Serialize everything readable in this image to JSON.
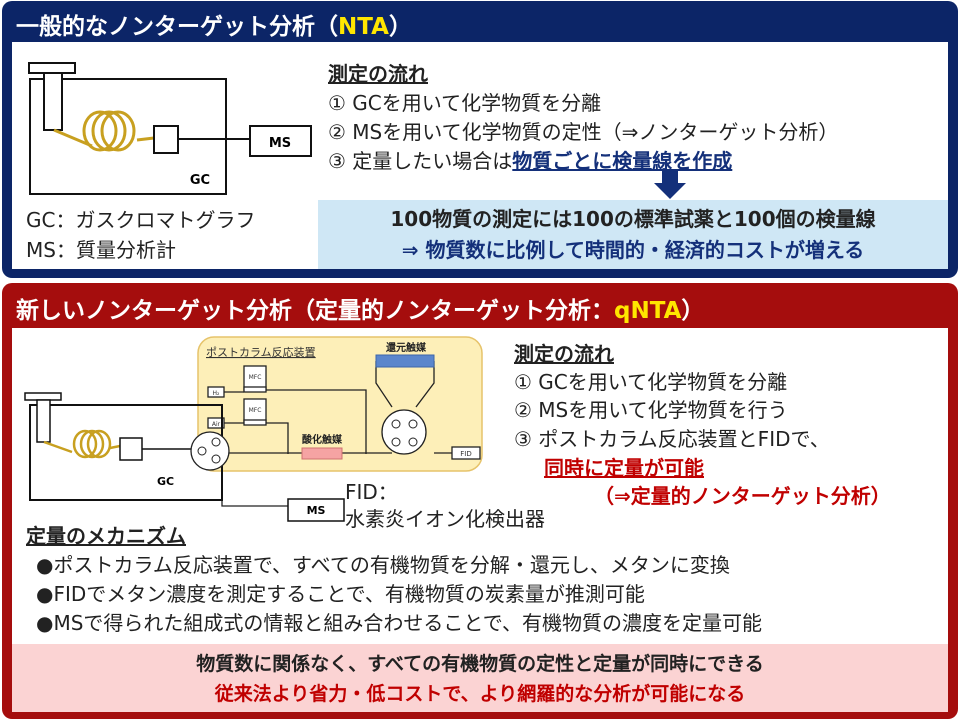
{
  "nta": {
    "title_pre": "一般的なノンターゲット分析（",
    "title_hl": "NTA",
    "title_post": "）",
    "diagram": {
      "ms": "MS",
      "gc": "GC"
    },
    "legend": [
      "GC：ガスクロマトグラフ",
      "MS：質量分析計"
    ],
    "flow_heading": "測定の流れ",
    "steps": [
      "① GCを用いて化学物質を分離",
      "② MSを用いて化学物質の定性（⇒ノンターゲット分析）"
    ],
    "step3_pre": "③ 定量したい場合は",
    "step3_hl": "物質ごとに検量線を作成",
    "result_line1": "100物質の測定には100の標準試薬と100個の検量線",
    "result_line2": "⇒ 物質数に比例して時間的・経済的コストが増える"
  },
  "qnta": {
    "title_pre": "新しいノンターゲット分析（定量的ノンターゲット分析：",
    "title_hl": "qNTA",
    "title_post": "）",
    "diagram": {
      "reactor": "ポストカラム反応装置",
      "mfc": "MFC",
      "h2": "H₂",
      "air": "Air",
      "reduction": "還元触媒",
      "oxidation": "酸化触媒",
      "fid": "FID",
      "ms": "MS",
      "gc": "GC"
    },
    "fid_legend": [
      "FID：",
      "水素炎イオン化検出器"
    ],
    "flow_heading": "測定の流れ",
    "steps": [
      "① GCを用いて化学物質を分離",
      "② MSを用いて化学物質を行う",
      "③ ポストカラム反応装置とFIDで、"
    ],
    "step3_hl": "同時に定量が可能",
    "step3_note": "（⇒定量的ノンターゲット分析）",
    "mechanism_heading": "定量のメカニズム",
    "mechanism": [
      "●ポストカラム反応装置で、すべての有機物質を分解・還元し、メタンに変換",
      "●FIDでメタン濃度を測定することで、有機物質の炭素量が推測可能",
      "●MSで得られた組成式の情報と組み合わせることで、有機物質の濃度を定量可能"
    ],
    "summary_line1": "物質数に関係なく、すべての有機物質の定性と定量が同時にできる",
    "summary_line2": "従来法より省力・低コストで、より網羅的な分析が可能になる"
  },
  "colors": {
    "navy": "#0c2567",
    "red": "#a50d0d",
    "highlight": "#ffe600",
    "coil": "#c8a020"
  }
}
